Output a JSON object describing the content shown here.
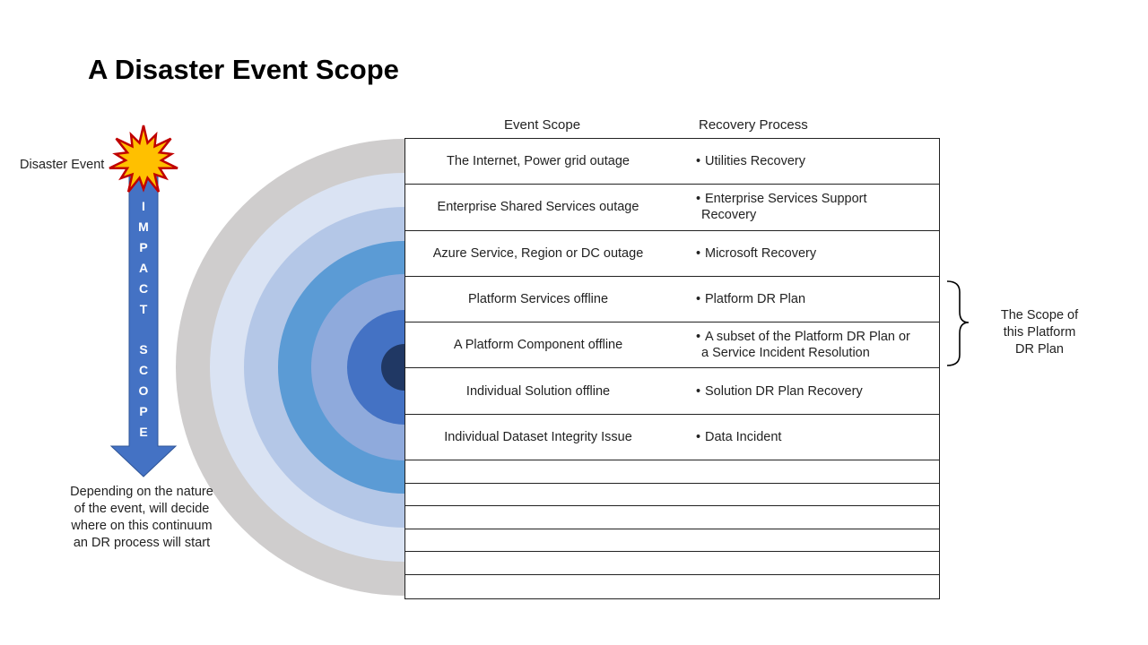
{
  "title": "A Disaster Event Scope",
  "headers": {
    "event_scope": "Event Scope",
    "recovery_process": "Recovery Process"
  },
  "disaster_event_label": "Disaster Event",
  "impact_letters": [
    "I",
    "M",
    "P",
    "A",
    "C",
    "T",
    "S",
    "C",
    "O",
    "P",
    "E"
  ],
  "note_lines": [
    "Depending on the nature",
    "of the event, will decide",
    "where on this continuum",
    "an DR process will start"
  ],
  "brace_label_lines": [
    "The Scope of",
    "this Platform",
    "DR Plan"
  ],
  "rows": [
    {
      "scope": "The Internet, Power grid outage",
      "recovery": [
        "Utilities Recovery"
      ]
    },
    {
      "scope": "Enterprise Shared Services outage",
      "recovery": [
        "Enterprise Services Support",
        "Recovery"
      ]
    },
    {
      "scope": "Azure Service, Region or DC outage",
      "recovery": [
        "Microsoft Recovery"
      ]
    },
    {
      "scope": "Platform Services offline",
      "recovery": [
        "Platform DR Plan"
      ]
    },
    {
      "scope": "A Platform Component offline",
      "recovery": [
        "A subset of the Platform DR Plan or",
        "a Service Incident Resolution"
      ]
    },
    {
      "scope": "Individual Solution offline",
      "recovery": [
        "Solution DR Plan Recovery"
      ]
    },
    {
      "scope": "Individual Dataset Integrity Issue",
      "recovery": [
        "Data Incident"
      ]
    }
  ],
  "empty_rows": 6,
  "colors": {
    "ring1": "#cfcdcd",
    "ring2": "#dae3f3",
    "ring3": "#b4c7e7",
    "ring4": "#5b9bd5",
    "ring5": "#8faadc",
    "ring6": "#4472c4",
    "core": "#203864",
    "arrow": "#4472c4",
    "star_fill": "#ffc000",
    "star_stroke": "#c00000"
  }
}
